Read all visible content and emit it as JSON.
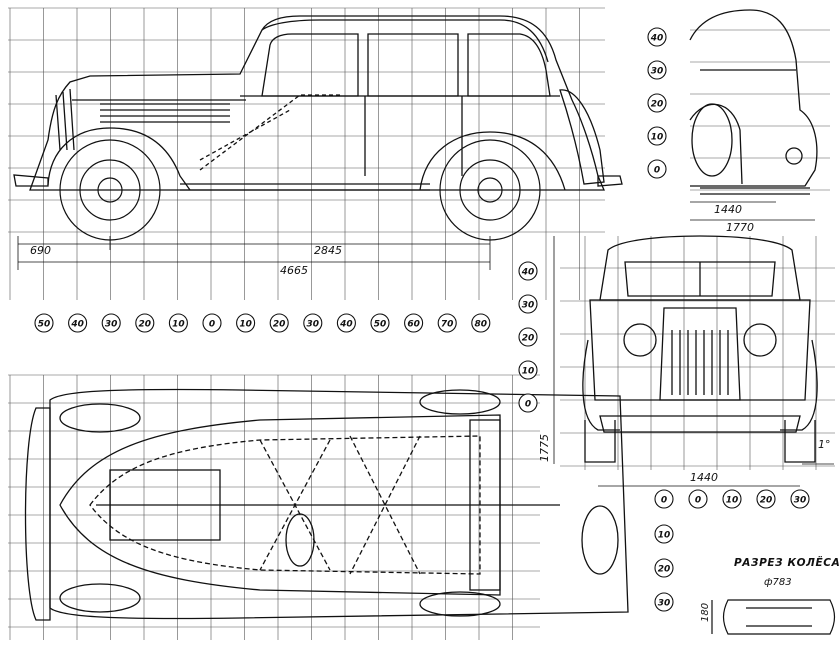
{
  "drawing": {
    "side_view": {
      "dimensions": {
        "front_overhang": "690",
        "wheelbase": "2845",
        "overall_length": "4665"
      }
    },
    "rear_view": {
      "dimensions": {
        "track": "1440",
        "overall_width": "1770"
      },
      "scale_marks": [
        "40",
        "30",
        "20",
        "10",
        "0"
      ]
    },
    "front_view": {
      "dimensions": {
        "height": "1775",
        "track": "1440",
        "angle": "1°"
      },
      "scale_marks": [
        "40",
        "30",
        "20",
        "10",
        "0"
      ],
      "bottom_marks": [
        "0",
        "0",
        "10",
        "20",
        "30"
      ]
    },
    "plan_view": {
      "top_marks": [
        "50",
        "40",
        "30",
        "20",
        "10",
        "0",
        "10",
        "20",
        "30",
        "40",
        "50",
        "60",
        "70",
        "80"
      ],
      "right_marks": [
        "10",
        "20",
        "30"
      ]
    },
    "wheel_section": {
      "title": "РАЗРЕЗ КОЛЁСА",
      "diameter": "ф783",
      "width": "180"
    }
  }
}
